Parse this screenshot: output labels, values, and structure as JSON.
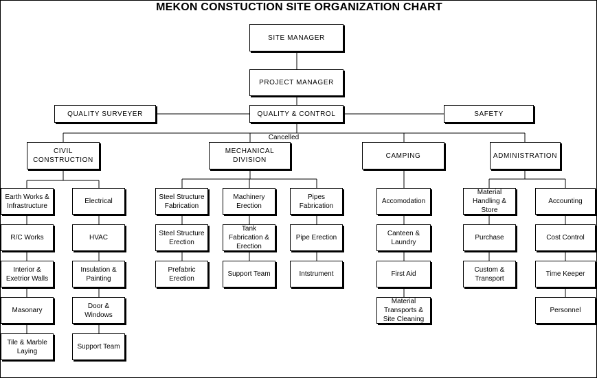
{
  "title": "MEKON CONSTUCTION SITE  ORGANIZATION CHART",
  "cancelled_label": "Cancelled",
  "nodes": {
    "site_manager": "SITE MANAGER",
    "project_manager": "PROJECT MANAGER",
    "quality_surveyer": "QUALITY SURVEYER",
    "quality_control": "QUALITY & CONTROL",
    "safety": "SAFETY",
    "civil_construction": "CIVIL\nCONSTRUCTION",
    "mechanical_division": "MECHANICAL\nDIVISION",
    "camping": "CAMPING",
    "administration": "ADMINISTRATION",
    "earth_works": "Earth Works &\nInfrastructure",
    "rc_works": "R/C Works",
    "interior_walls": "Interior &\nExetrior Walls",
    "masonary": "Masonary",
    "tile_marble": "Tile & Marble\nLaying",
    "electrical": "Electrical",
    "hvac": "HVAC",
    "insulation_painting": "Insulation &\nPainting",
    "door_windows": "Door &\nWindows",
    "civil_support_team": "Support Team",
    "steel_structure_fabrication": "Steel Structure\nFabrication",
    "steel_structure_erection": "Steel Structure\nErection",
    "prefabric_erection": "Prefabric\nErection",
    "machinery_erection": "Machinery\nErection",
    "tank_fabrication": "Tank\nFabrication &\nErection",
    "mech_support_team": "Support Team",
    "pipes_fabrication": "Pipes\nFabrication",
    "pipe_erection": "Pipe Erection",
    "intstrument": "Intstrument",
    "accomodation": "Accomodation",
    "canteen_laundry": "Canteen &\nLaundry",
    "first_aid": "First Aid",
    "material_transports": "Material\nTransports &\nSite Cleaning",
    "material_handling": "Material\nHandling &\nStore",
    "purchase": "Purchase",
    "custom_transport": "Custom &\nTransport",
    "accounting": "Accounting",
    "cost_control": "Cost Control",
    "time_keeper": "Time Keeper",
    "personnel": "Personnel"
  }
}
